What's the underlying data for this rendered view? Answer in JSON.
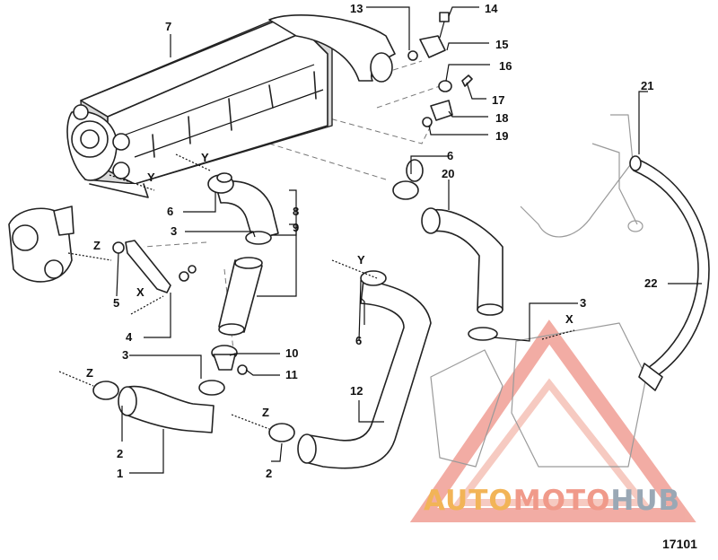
{
  "diagram_id": "17101",
  "watermark": {
    "part1": "AUTO",
    "part2": "MOTO",
    "part3": "HUB"
  },
  "callouts": {
    "n1": "1",
    "n2a": "2",
    "n2b": "2",
    "n3a": "3",
    "n3b": "3",
    "n3c": "3",
    "n4": "4",
    "n5": "5",
    "n6a": "6",
    "n6b": "6",
    "n6c": "6",
    "n7": "7",
    "n8": "8",
    "n9": "9",
    "n10": "10",
    "n11": "11",
    "n12": "12",
    "n13": "13",
    "n14": "14",
    "n15": "15",
    "n16": "16",
    "n17": "17",
    "n18": "18",
    "n19": "19",
    "n20": "20",
    "n21": "21",
    "n22": "22"
  },
  "view_letters": {
    "y1": "Y",
    "y2": "Y",
    "y3": "Y",
    "x1": "X",
    "x2": "X",
    "z1": "Z",
    "z2": "Z",
    "z3": "Z"
  },
  "colors": {
    "line": "#222222",
    "watermark_red": "#e86a5a",
    "watermark_orange": "#f2b457",
    "watermark_gray": "#9aa8b5"
  }
}
